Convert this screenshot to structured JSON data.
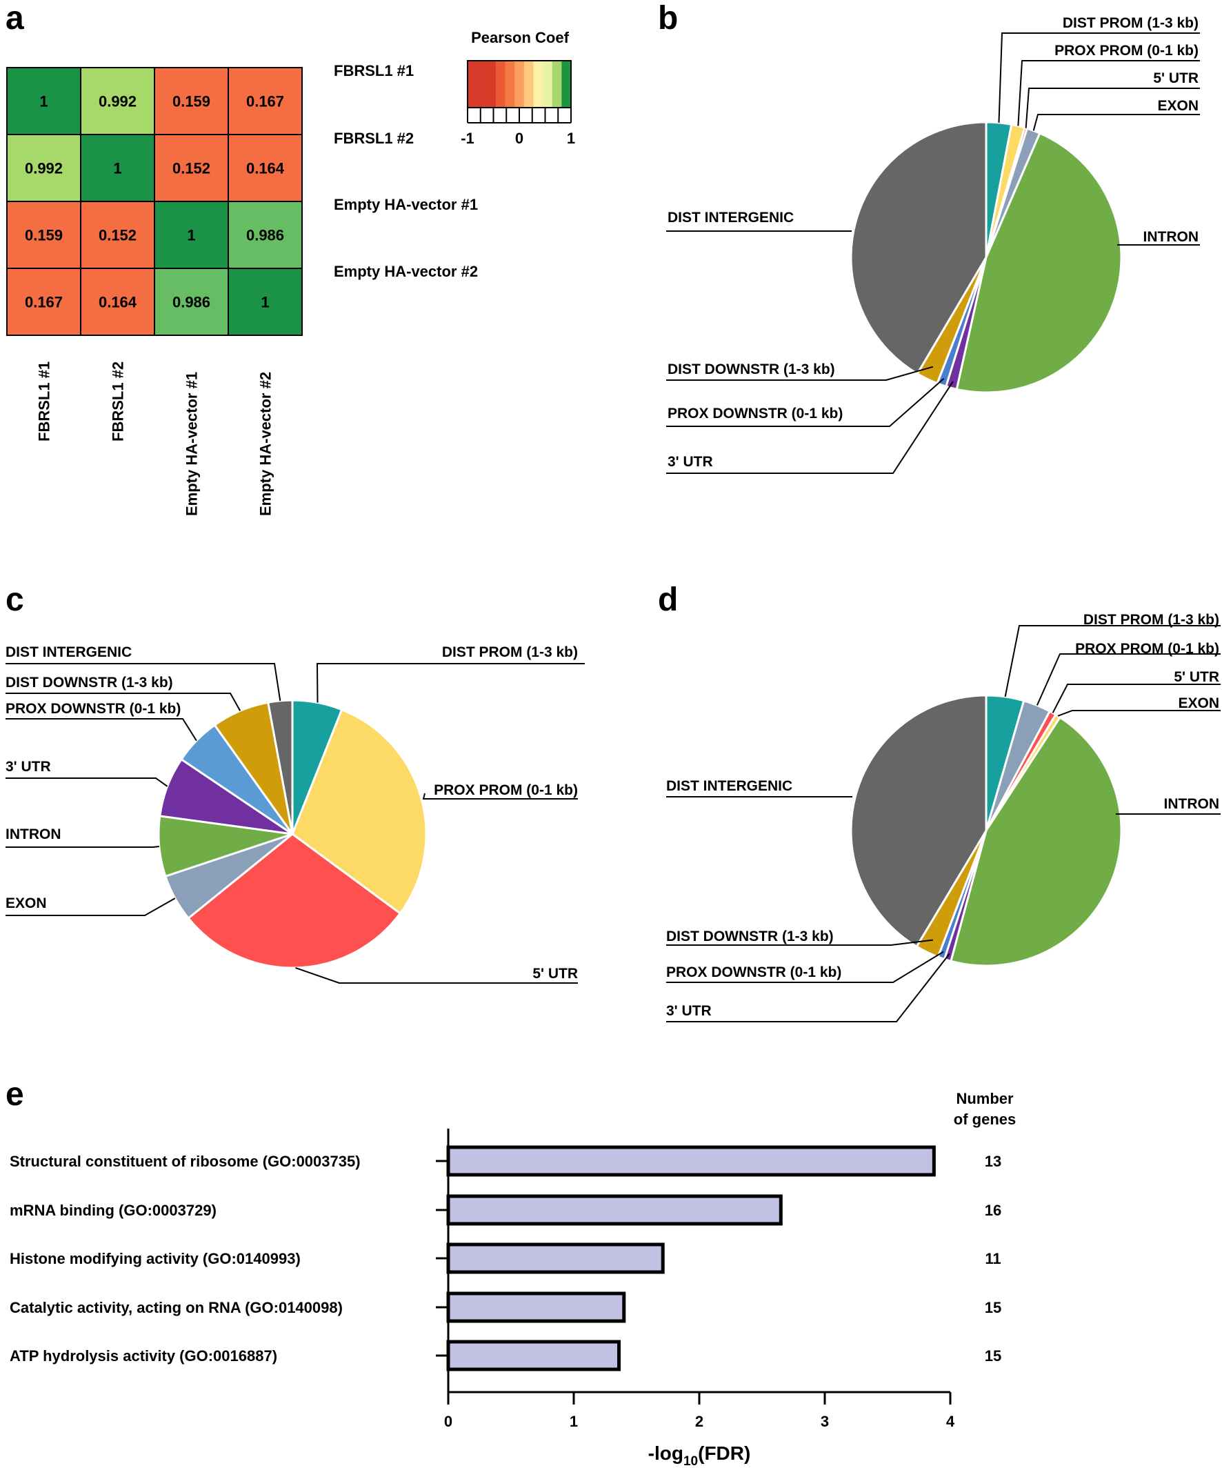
{
  "panels": {
    "a": {
      "letter": "a"
    },
    "b": {
      "letter": "b"
    },
    "c": {
      "letter": "c"
    },
    "d": {
      "letter": "d"
    },
    "e": {
      "letter": "e"
    }
  },
  "chart_data": [
    {
      "id": "a",
      "type": "heatmap",
      "title": "",
      "legend_title": "Pearson Coef",
      "rows": [
        "FBRSL1 #1",
        "FBRSL1 #2",
        "Empty HA-vector #1",
        "Empty HA-vector #2"
      ],
      "columns": [
        "FBRSL1 #1",
        "FBRSL1 #2",
        "Empty HA-vector #1",
        "Empty HA-vector #2"
      ],
      "values": [
        [
          1,
          0.992,
          0.159,
          0.167
        ],
        [
          0.992,
          1,
          0.152,
          0.164
        ],
        [
          0.159,
          0.152,
          1,
          0.986
        ],
        [
          0.167,
          0.164,
          0.986,
          1
        ]
      ],
      "labels": [
        [
          "1",
          "0.992",
          "0.159",
          "0.167"
        ],
        [
          "0.992",
          "1",
          "0.152",
          "0.164"
        ],
        [
          "0.159",
          "0.152",
          "1",
          "0.986"
        ],
        [
          "0.167",
          "0.164",
          "0.986",
          "1"
        ]
      ],
      "colorbar": {
        "range": [
          -1,
          1
        ],
        "ticks": [
          "-1",
          "0",
          "1"
        ],
        "colors": [
          "#d93b2b",
          "#d93b2b",
          "#d93b2b",
          "#ea5b35",
          "#f47a44",
          "#faa05c",
          "#fcc97e",
          "#fdf0a8",
          "#e8f3a6",
          "#a9d76e",
          "#1a9641"
        ]
      },
      "cell_colors": {
        "1": "#1a9347",
        "0.992": "#a6d96a",
        "0.986": "#66bd63",
        "low": "#f46d43"
      }
    },
    {
      "id": "b",
      "type": "pie",
      "title": "",
      "slices": [
        {
          "label": "DIST PROM (1-3 kb)",
          "value": 3.0,
          "color": "#17a09e"
        },
        {
          "label": "PROX PROM (0-1 kb)",
          "value": 1.6,
          "color": "#fdd966"
        },
        {
          "label": "5' UTR",
          "value": 0.3,
          "color": "#ff5050"
        },
        {
          "label": "EXON",
          "value": 1.6,
          "color": "#8a9fb8"
        },
        {
          "label": "INTRON",
          "value": 47.0,
          "color": "#70ad47"
        },
        {
          "label": "3' UTR",
          "value": 1.3,
          "color": "#7030a0"
        },
        {
          "label": "PROX DOWNSTR (0-1 kb)",
          "value": 1.1,
          "color": "#4a7fd0"
        },
        {
          "label": "DIST DOWNSTR (1-3 kb)",
          "value": 2.6,
          "color": "#cf9d0c"
        },
        {
          "label": "DIST INTERGENIC",
          "value": 41.5,
          "color": "#666666"
        }
      ]
    },
    {
      "id": "c",
      "type": "pie",
      "title": "",
      "slices": [
        {
          "label": "DIST PROM (1-3 kb)",
          "value": 5.8,
          "color": "#17a09e"
        },
        {
          "label": "PROX PROM (0-1 kb)",
          "value": 28.0,
          "color": "#fdd966"
        },
        {
          "label": "5' UTR",
          "value": 28.0,
          "color": "#ff5050"
        },
        {
          "label": "EXON",
          "value": 5.5,
          "color": "#8a9fb8"
        },
        {
          "label": "INTRON",
          "value": 7.0,
          "color": "#70ad47"
        },
        {
          "label": "3' UTR",
          "value": 7.0,
          "color": "#7030a0"
        },
        {
          "label": "PROX DOWNSTR (0-1 kb)",
          "value": 5.5,
          "color": "#5b9bd5"
        },
        {
          "label": "DIST DOWNSTR (1-3 kb)",
          "value": 6.7,
          "color": "#cf9d0c"
        },
        {
          "label": "DIST INTERGENIC",
          "value": 2.8,
          "color": "#666666"
        }
      ]
    },
    {
      "id": "d",
      "type": "pie",
      "title": "",
      "slices": [
        {
          "label": "DIST PROM (1-3 kb)",
          "value": 4.5,
          "color": "#17a09e"
        },
        {
          "label": "PROX PROM (0-1 kb)",
          "value": 3.3,
          "color": "#8a9fb8"
        },
        {
          "label": "5' UTR",
          "value": 0.8,
          "color": "#ff5050"
        },
        {
          "label": "EXON",
          "value": 0.6,
          "color": "#fdd966"
        },
        {
          "label": "INTRON",
          "value": 45.0,
          "color": "#70ad47"
        },
        {
          "label": "3' UTR",
          "value": 0.8,
          "color": "#7030a0"
        },
        {
          "label": "PROX DOWNSTR (0-1 kb)",
          "value": 0.8,
          "color": "#4a7fd0"
        },
        {
          "label": "DIST DOWNSTR (1-3 kb)",
          "value": 2.8,
          "color": "#cf9d0c"
        },
        {
          "label": "DIST INTERGENIC",
          "value": 41.4,
          "color": "#666666"
        }
      ]
    },
    {
      "id": "e",
      "type": "bar",
      "orientation": "horizontal",
      "title": "",
      "categories": [
        "Structural constituent of ribosome (GO:0003735)",
        "mRNA binding (GO:0003729)",
        "Histone modifying activity (GO:0140993)",
        "Catalytic activity, acting on RNA (GO:0140098)",
        "ATP hydrolysis activity (GO:0016887)"
      ],
      "values": [
        3.87,
        2.65,
        1.71,
        1.4,
        1.36
      ],
      "gene_counts": [
        "13",
        "16",
        "11",
        "15",
        "15"
      ],
      "gene_count_header": [
        "Number",
        "of genes"
      ],
      "xlabel_main": "-log",
      "xlabel_sub": "10",
      "xlabel_tail": "(FDR)",
      "xlim": [
        0,
        4
      ],
      "xticks": [
        "0",
        "1",
        "2",
        "3",
        "4"
      ],
      "bar_color": "#c1c1e4",
      "grid": false
    }
  ]
}
